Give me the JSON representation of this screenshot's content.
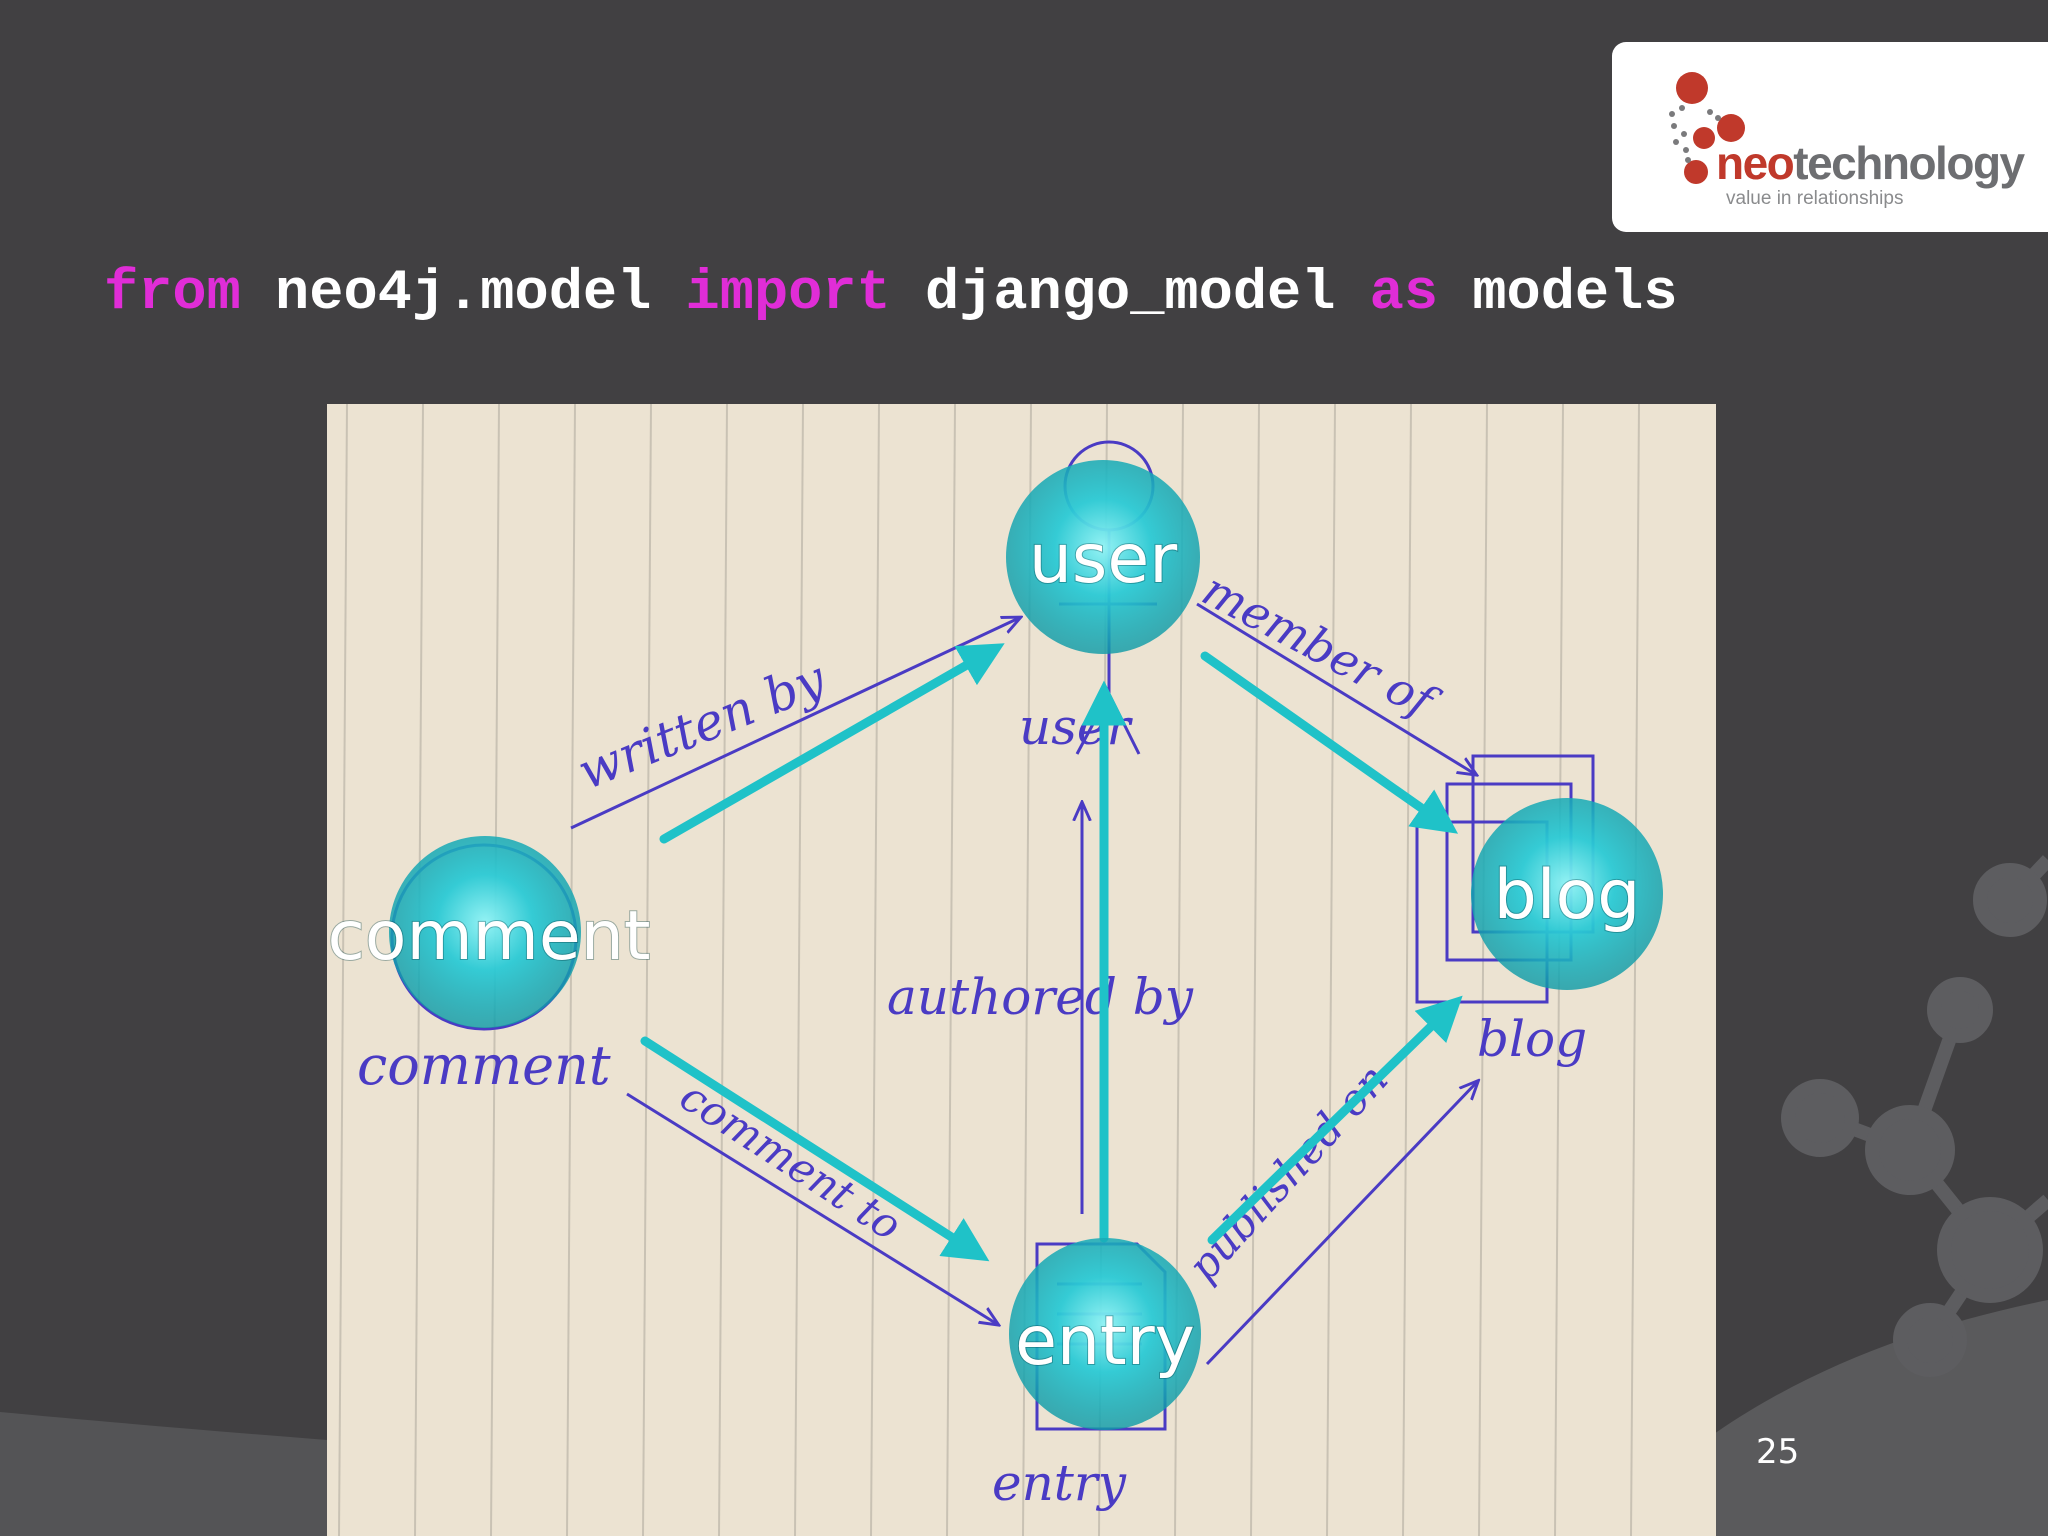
{
  "slide": {
    "page_number": "25",
    "code": {
      "kw_from": "from",
      "module": "neo4j.model",
      "kw_import": "import",
      "name": "django_model",
      "kw_as": "as",
      "alias": "models"
    }
  },
  "logo": {
    "word_neo": "neo",
    "word_technology": "technology",
    "tagline": "value in relationships"
  },
  "diagram": {
    "nodes": {
      "user": "user",
      "blog": "blog",
      "comment": "comment",
      "entry": "entry"
    },
    "sketch_labels": {
      "user": "user",
      "blog": "blog",
      "comment": "comment",
      "entry": "entry",
      "written_by": "written by",
      "member_of": "member of",
      "authored_by": "authored by",
      "comment_to": "comment to",
      "published_on": "published on"
    },
    "edges": [
      {
        "from": "comment",
        "to": "user",
        "label": "written by"
      },
      {
        "from": "user",
        "to": "blog",
        "label": "member of"
      },
      {
        "from": "entry",
        "to": "user",
        "label": "authored by"
      },
      {
        "from": "comment",
        "to": "entry",
        "label": "comment to"
      },
      {
        "from": "entry",
        "to": "blog",
        "label": "published on"
      }
    ]
  },
  "colors": {
    "background": "#414042",
    "keyword": "#e02dd7",
    "node": "#22c4cf",
    "edge": "#1fc2c8",
    "ink": "#4a3bc4",
    "paper": "#ece3d2"
  }
}
